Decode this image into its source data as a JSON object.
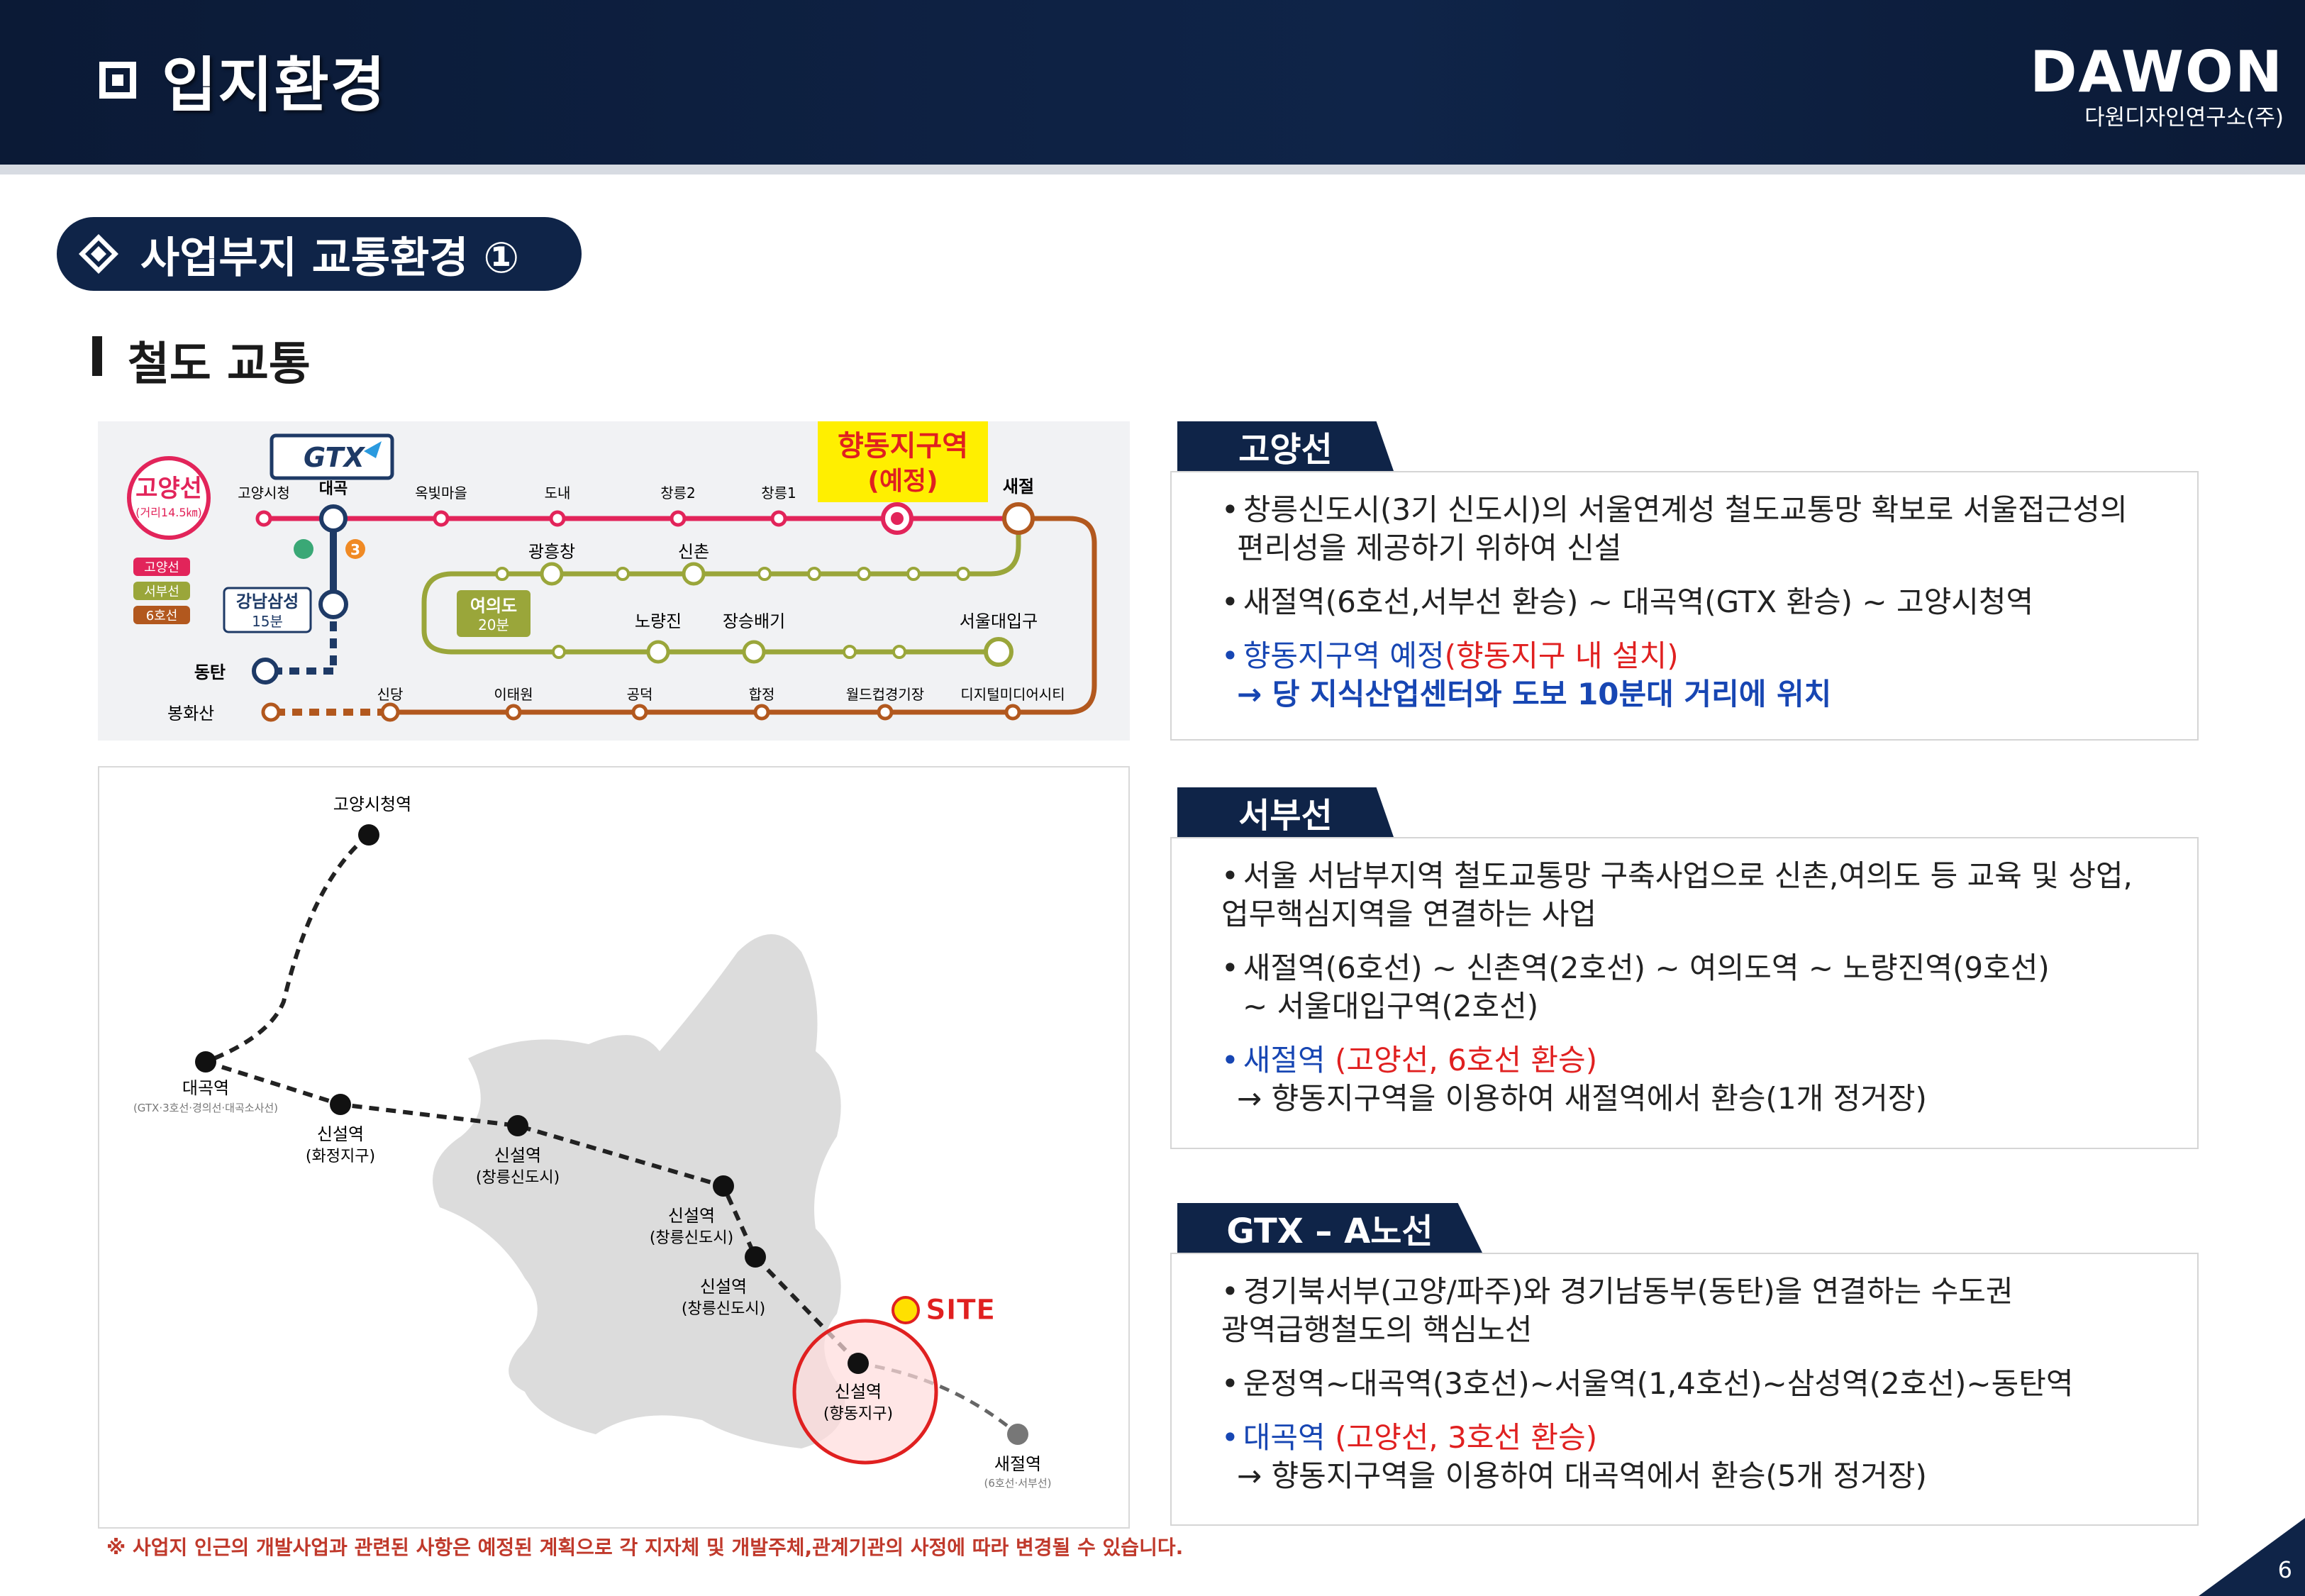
{
  "header": {
    "title": "입지환경",
    "logo_main": "DAWON",
    "logo_sub": "다원디자인연구소(주)"
  },
  "section": {
    "title": "사업부지 교통환경 ①"
  },
  "subtitle": "철도 교통",
  "rail_map": {
    "gtx_logo": "GTX",
    "goyang_badge": "고양선",
    "goyang_badge_sub": "(거리14.5㎞)",
    "legend": [
      "고양선",
      "서부선",
      "6호선"
    ],
    "colors": {
      "goyang": "#e2245a",
      "seobu": "#9aa63a",
      "line6": "#b2581e",
      "gtx": "#1e3a66",
      "line3": "#f08a24"
    },
    "planned_station_label": "향동지구역",
    "planned_station_sub": "(예정)",
    "top_line_stations": [
      "고양시청",
      "대곡",
      "옥빛마을",
      "도내",
      "창릉2",
      "창릉1",
      "새절"
    ],
    "gtx_branch": {
      "label": "강남삼성",
      "time": "15분",
      "end": "동탄"
    },
    "seobu_stations": [
      "광흥창",
      "신촌"
    ],
    "yeouido": {
      "label": "여의도",
      "time": "20분"
    },
    "middle_stations": [
      "노량진",
      "장승배기",
      "서울대입구"
    ],
    "bottom_start": "봉화산",
    "bottom_stations": [
      "신당",
      "이태원",
      "공덕",
      "합정",
      "월드컵경기장",
      "디지털미디어시티"
    ],
    "line3_label": "3"
  },
  "site_map": {
    "stations": [
      {
        "name": "고양시청역",
        "sub": ""
      },
      {
        "name": "대곡역",
        "sub": "(GTX·3호선·경의선·대곡소사선)"
      },
      {
        "name": "신설역",
        "sub": "(화정지구)"
      },
      {
        "name": "신설역",
        "sub": "(창릉신도시)"
      },
      {
        "name": "신설역",
        "sub": "(창릉신도시)"
      },
      {
        "name": "신설역",
        "sub": "(창릉신도시)"
      },
      {
        "name": "신설역",
        "sub": "(향동지구)"
      },
      {
        "name": "새절역",
        "sub": "(6호선·서부선)"
      }
    ],
    "site_label": "SITE"
  },
  "panels": {
    "goyang": {
      "tag": "고양선",
      "item1": "창릉신도시(3기 신도시)의 서울연계성 철도교통망 확보로 서울접근성의",
      "item1b": "편리성을 제공하기 위하여 신설",
      "item2": "새절역(6호선,서부선 환승) ~ 대곡역(GTX 환승) ~ 고양시청역",
      "item3_blue": "향동지구역 예정",
      "item3_red": "(향동지구 내 설치)",
      "item3b": "→ 당 지식산업센터와 도보 10분대 거리에 위치"
    },
    "seobu": {
      "tag": "서부선",
      "item1": "서울 서남부지역 철도교통망 구축사업으로 신촌,여의도 등 교육 및 상업,",
      "item1b": "업무핵심지역을 연결하는 사업",
      "item2": "새절역(6호선) ~ 신촌역(2호선) ~ 여의도역 ~ 노량진역(9호선)",
      "item2b": "~ 서울대입구역(2호선)",
      "item3_blue": "새절역",
      "item3_red": "(고양선, 6호선 환승)",
      "item3b": "→ 향동지구역을 이용하여 새절역에서 환승(1개 정거장)"
    },
    "gtx": {
      "tag": "GTX – A노선",
      "item1": "경기북서부(고양/파주)와 경기남동부(동탄)을 연결하는 수도권",
      "item1b": "광역급행철도의 핵심노선",
      "item2": "운정역~대곡역(3호선)~서울역(1,4호선)~삼성역(2호선)~동탄역",
      "item3_blue": "대곡역",
      "item3_red": "(고양선, 3호선 환승)",
      "item3b": "→ 향동지구역을 이용하여 대곡역에서 환승(5개 정거장)"
    }
  },
  "bullet": "•",
  "footnote": "※ 사업지 인근의 개발사업과 관련된 사항은 예정된 계획으로 각 지자체 및 개발주체,관계기관의 사정에 따라 변경될 수 있습니다.",
  "page_number": "6"
}
